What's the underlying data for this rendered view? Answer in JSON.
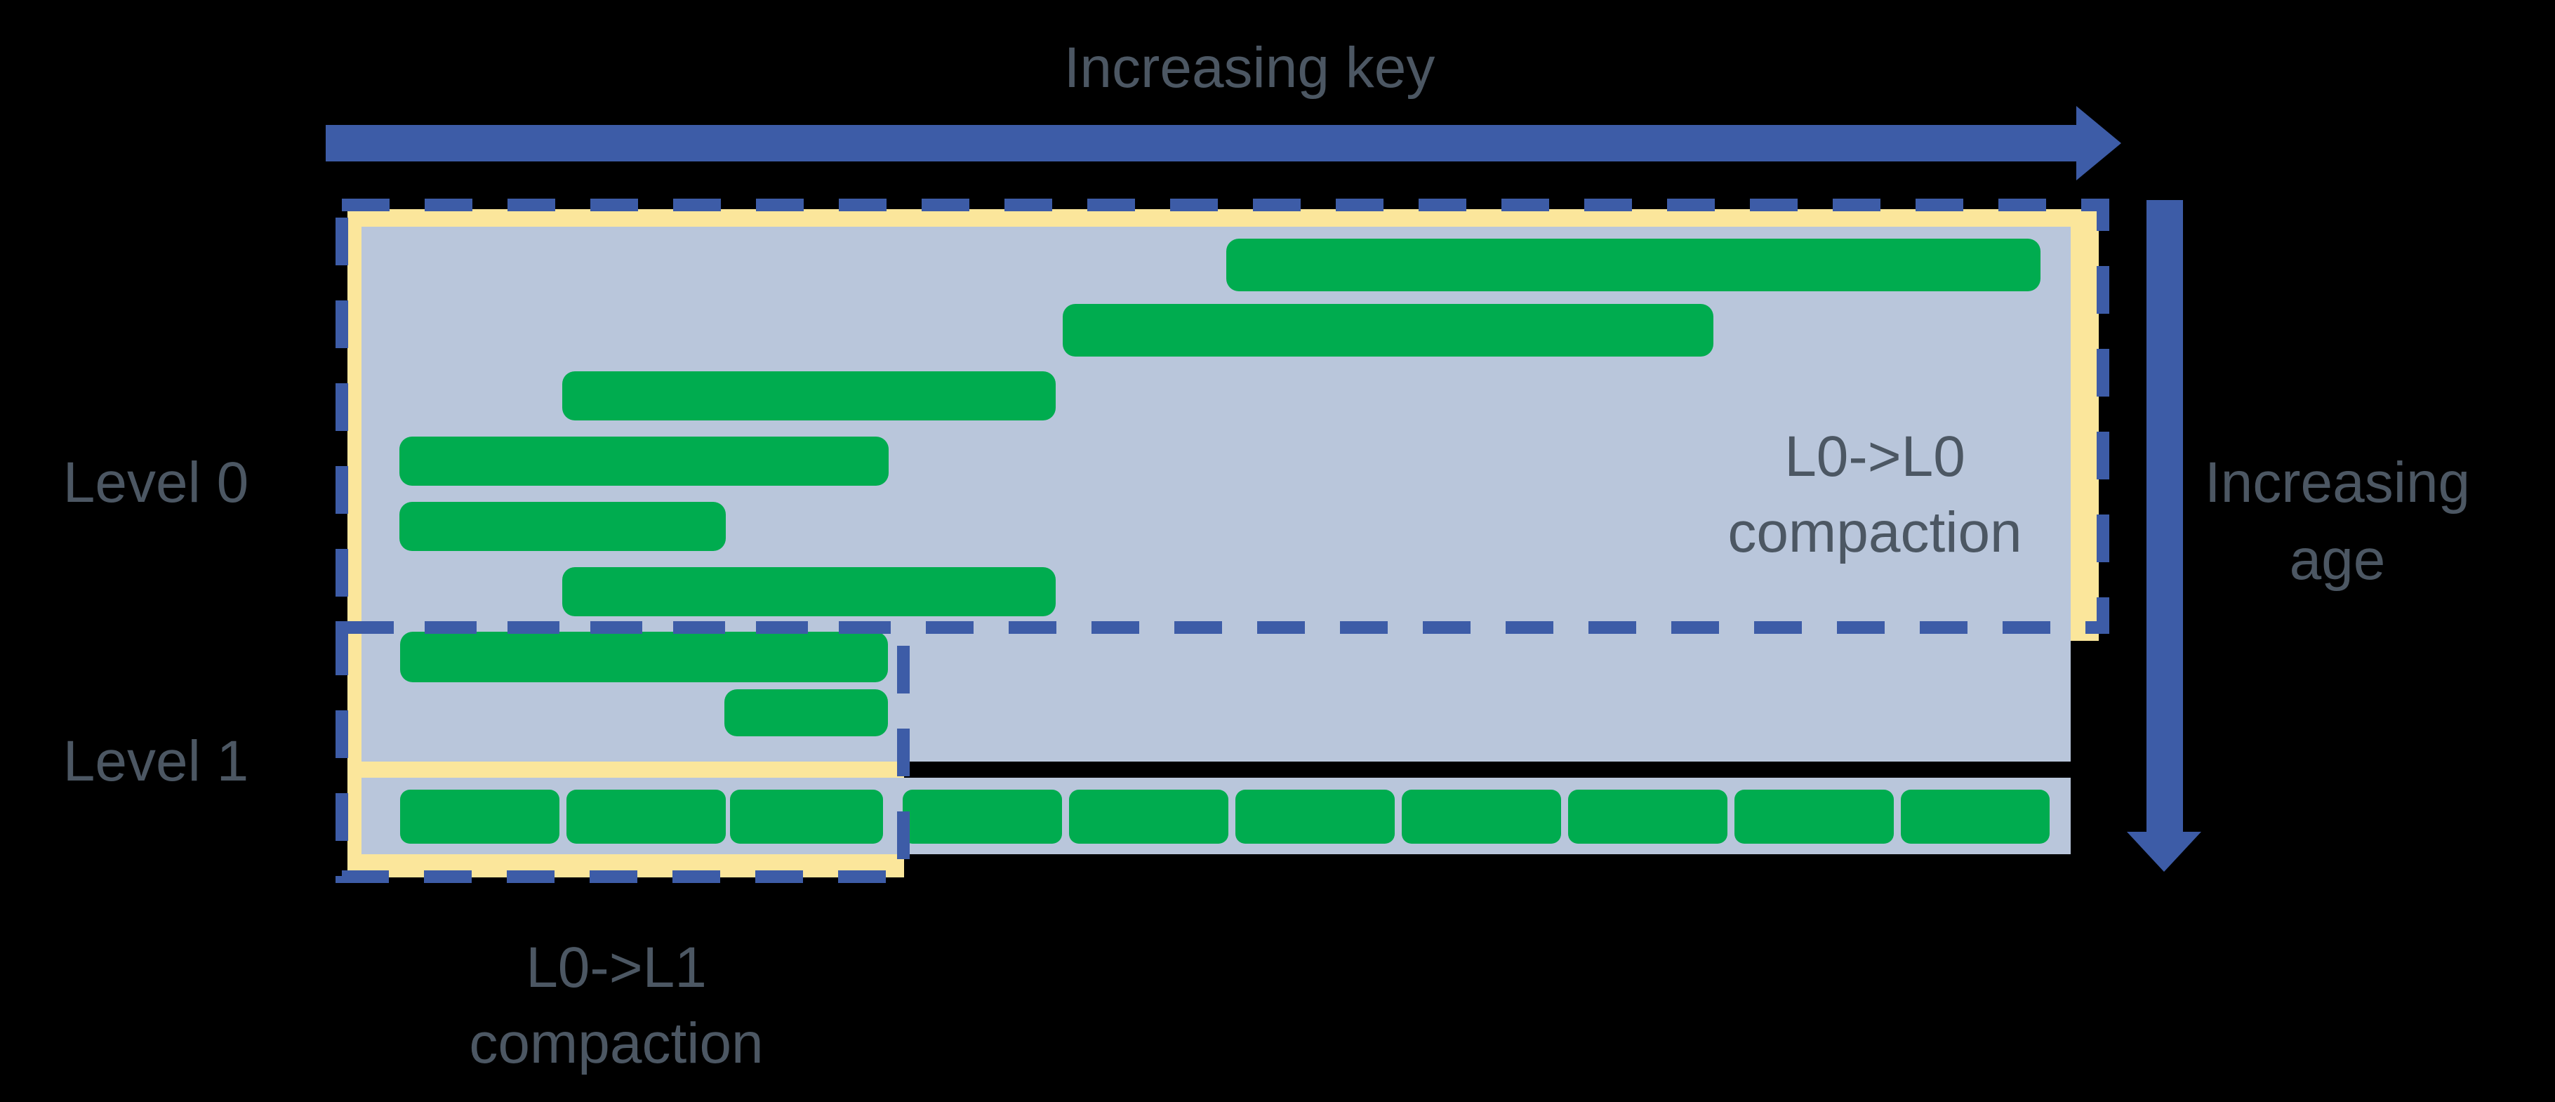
{
  "colors": {
    "background": "#000000",
    "accent_blue": "#3D5CA7",
    "level_fill": "#B9C6DB",
    "highlight_yellow": "#FBE69B",
    "sstable_green": "#00AC4F",
    "text_gray": "#4C5763"
  },
  "axes": {
    "key_label": "Increasing key",
    "age_line1": "Increasing",
    "age_line2": "age"
  },
  "levels": {
    "level0_label": "Level 0",
    "level1_label": "Level 1"
  },
  "compactions": {
    "l0_l0_line1": "L0->L0",
    "l0_l0_line2": "compaction",
    "l0_l1_line1": "L0->L1",
    "l0_l1_line2": "compaction"
  },
  "sstables": {
    "level0_bars": [
      [
        1747,
        340,
        1160,
        75
      ],
      [
        1514,
        433,
        927,
        75
      ],
      [
        801,
        529,
        703,
        70
      ],
      [
        569,
        622,
        697,
        70
      ],
      [
        569,
        715,
        465,
        70
      ],
      [
        801,
        808,
        703,
        70
      ],
      [
        570,
        900,
        695,
        72
      ],
      [
        1032,
        982,
        233,
        67
      ]
    ],
    "level1_segments": [
      [
        570,
        1125,
        227,
        77
      ],
      [
        807,
        1125,
        227,
        77
      ],
      [
        1040,
        1125,
        218,
        77
      ],
      [
        1286,
        1125,
        227,
        77
      ],
      [
        1523,
        1125,
        227,
        77
      ],
      [
        1760,
        1125,
        227,
        77
      ],
      [
        1997,
        1125,
        227,
        77
      ],
      [
        2234,
        1125,
        227,
        77
      ],
      [
        2471,
        1125,
        227,
        77
      ],
      [
        2708,
        1125,
        212,
        77
      ]
    ]
  }
}
